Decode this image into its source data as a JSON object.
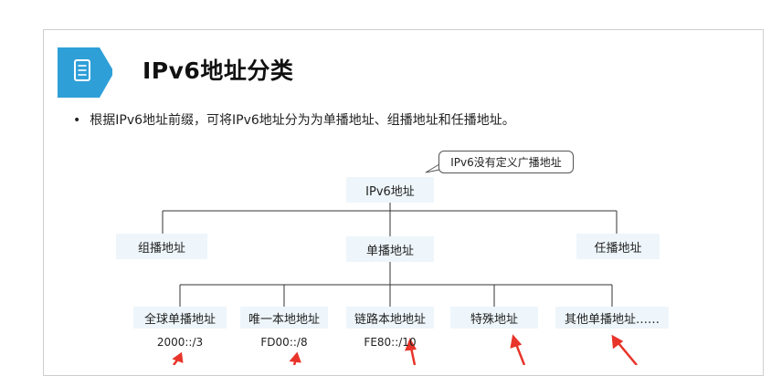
{
  "header": {
    "title": "IPv6地址分类",
    "icon": "document-icon",
    "accent_color": "#2f9fd8"
  },
  "bullet": {
    "marker": "•",
    "text": "根据IPv6地址前缀，可将IPv6地址分为为单播地址、组播地址和任播地址。"
  },
  "diagram": {
    "root": "IPv6地址",
    "callout": "IPv6没有定义广播地址",
    "level1": {
      "multicast": "组播地址",
      "unicast": "单播地址",
      "anycast": "任播地址"
    },
    "unicast_children": [
      {
        "label": "全球单播地址",
        "prefix": "2000::/3"
      },
      {
        "label": "唯一本地地址",
        "prefix": "FD00::/8"
      },
      {
        "label": "链路本地地址",
        "prefix": "FE80::/10"
      },
      {
        "label": "特殊地址",
        "prefix": ""
      },
      {
        "label": "其他单播地址……",
        "prefix": ""
      }
    ],
    "line_color": "#333333",
    "node_fill": "#eef6fb",
    "arrow_color": "#e8342a"
  }
}
